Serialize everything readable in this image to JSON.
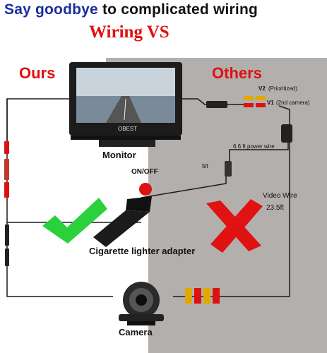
{
  "headline": {
    "part1": "Say goodbye",
    "part2": " to complicated wiring"
  },
  "title": "Wiring VS",
  "ours_label": "Ours",
  "others_label": "Others",
  "monitor": {
    "brand": "OBEST",
    "label": "Monitor"
  },
  "onoff_label": "ON/OFF",
  "adapter_label": "Cigarette lighter adapter",
  "camera_label": "Camera",
  "others_annotations": {
    "v2": "V2",
    "v2_note": "(Prioritized)",
    "v1": "V1",
    "v1_note": "(2nd camera)",
    "power_wire": "6.6 ft power wire",
    "five_ft": "5ft",
    "video_wire": "Video Wire",
    "video_wire_len": "23.5ft"
  },
  "colors": {
    "accent_red": "#e01010",
    "headline_blue": "#1c2f9c",
    "others_panel": "#b3afad",
    "check_green": "#2bd13a",
    "cross_red": "#e01212"
  },
  "icons": {
    "check": "check-icon",
    "cross": "cross-icon"
  }
}
